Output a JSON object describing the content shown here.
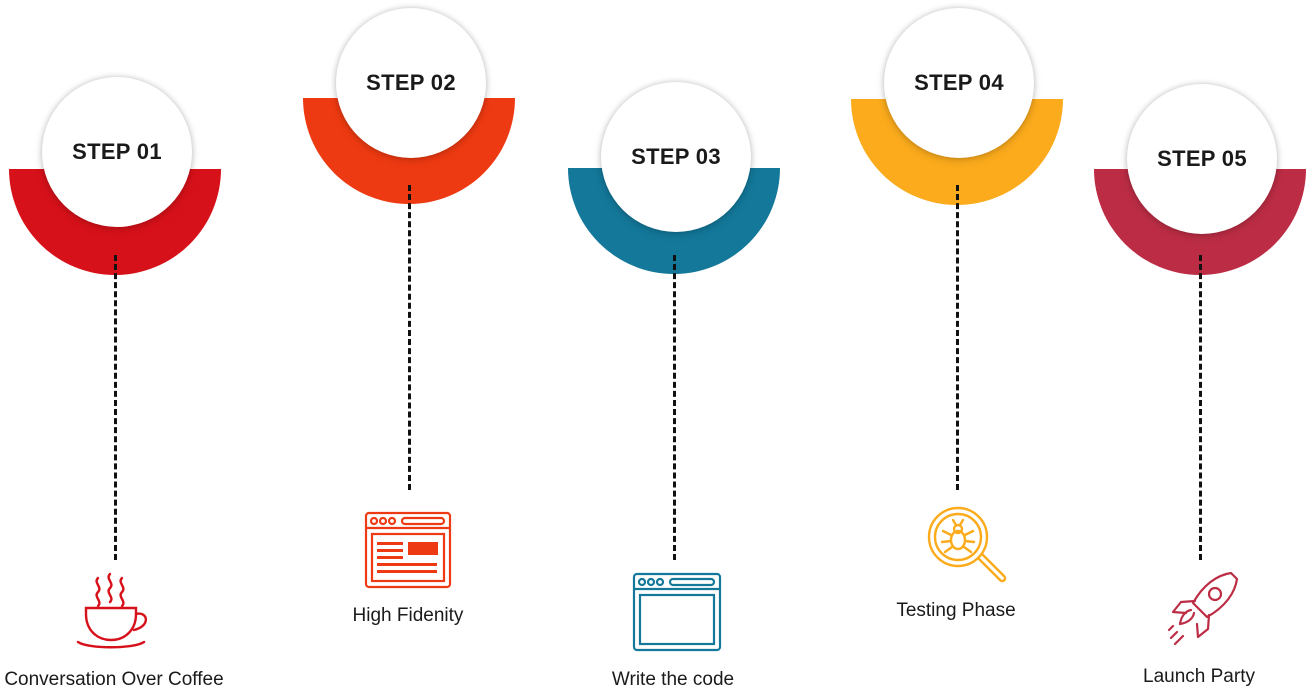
{
  "steps": [
    {
      "title": "STEP 01",
      "label": "Conversation Over Coffee",
      "color": "#d7111a",
      "icon": "coffee-cup-icon"
    },
    {
      "title": "STEP 02",
      "label": "High Fidenity",
      "color": "#ee3a12",
      "icon": "browser-layout-icon"
    },
    {
      "title": "STEP 03",
      "label": "Write the code",
      "color": "#14789a",
      "icon": "browser-window-icon"
    },
    {
      "title": "STEP 04",
      "label": "Testing Phase",
      "color": "#fbab1c",
      "icon": "bug-magnifier-icon"
    },
    {
      "title": "STEP 05",
      "label": "Launch Party",
      "color": "#bc2d45",
      "icon": "rocket-icon"
    }
  ]
}
